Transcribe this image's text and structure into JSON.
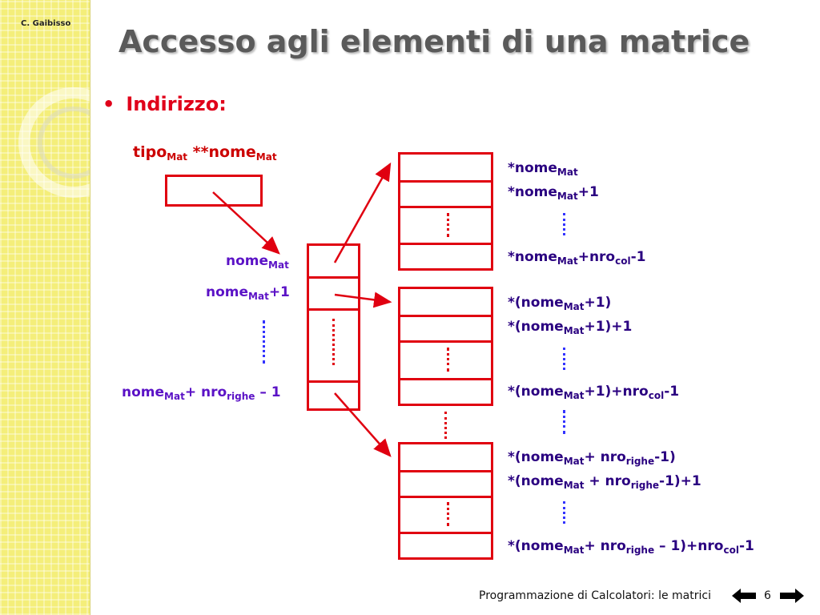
{
  "author": "C. Gaibisso",
  "title": "Accesso agli elementi di una matrice",
  "bullet": "Indirizzo:",
  "declaration": {
    "tipo": "tipo",
    "sub1": "Mat",
    "stars": " **nome",
    "sub2": "Mat"
  },
  "pointer_labels": {
    "row0": {
      "base": "nome",
      "sub": "Mat",
      "rest": ""
    },
    "row1": {
      "base": "nome",
      "sub": "Mat",
      "rest": "+1"
    },
    "rowN": {
      "base": "nome",
      "sub": "Mat",
      "rest": "+ nro",
      "sub2": "righe",
      "rest2": " – 1"
    }
  },
  "element_labels": {
    "g1": [
      {
        "a": "*nome",
        "s": "Mat",
        "b": ""
      },
      {
        "a": "*nome",
        "s": "Mat",
        "b": "+1"
      },
      {
        "a": "*nome",
        "s": "Mat",
        "b": "+nro",
        "s2": "col",
        "b2": "-1"
      }
    ],
    "g2": [
      {
        "a": "*(nome",
        "s": "Mat",
        "b": "+1)"
      },
      {
        "a": "*(nome",
        "s": "Mat",
        "b": "+1)+1"
      },
      {
        "a": "*(nome",
        "s": "Mat",
        "b": "+1)+nro",
        "s2": "col",
        "b2": "-1"
      }
    ],
    "g3": [
      {
        "a": "*(nome",
        "s": "Mat",
        "b": "+ nro",
        "s2": "righe",
        "b2": "-1)"
      },
      {
        "a": "*(nome",
        "s": "Mat",
        "b": " + nro",
        "s2": "righe",
        "b2": "-1)+1"
      },
      {
        "a": "*(nome",
        "s": "Mat",
        "b": "+ nro",
        "s2": "righe",
        "b2": " – 1)+nro",
        "s3": "col",
        "b3": "-1"
      }
    ]
  },
  "footer": "Programmazione di Calcolatori: le matrici",
  "page_number": "6",
  "colors": {
    "accent_red": "#e00010",
    "label_purple": "#5b12c6",
    "sidebar": "#f4ee7a"
  },
  "icons": {
    "prev": "left-arrow-icon",
    "next": "right-arrow-icon"
  }
}
